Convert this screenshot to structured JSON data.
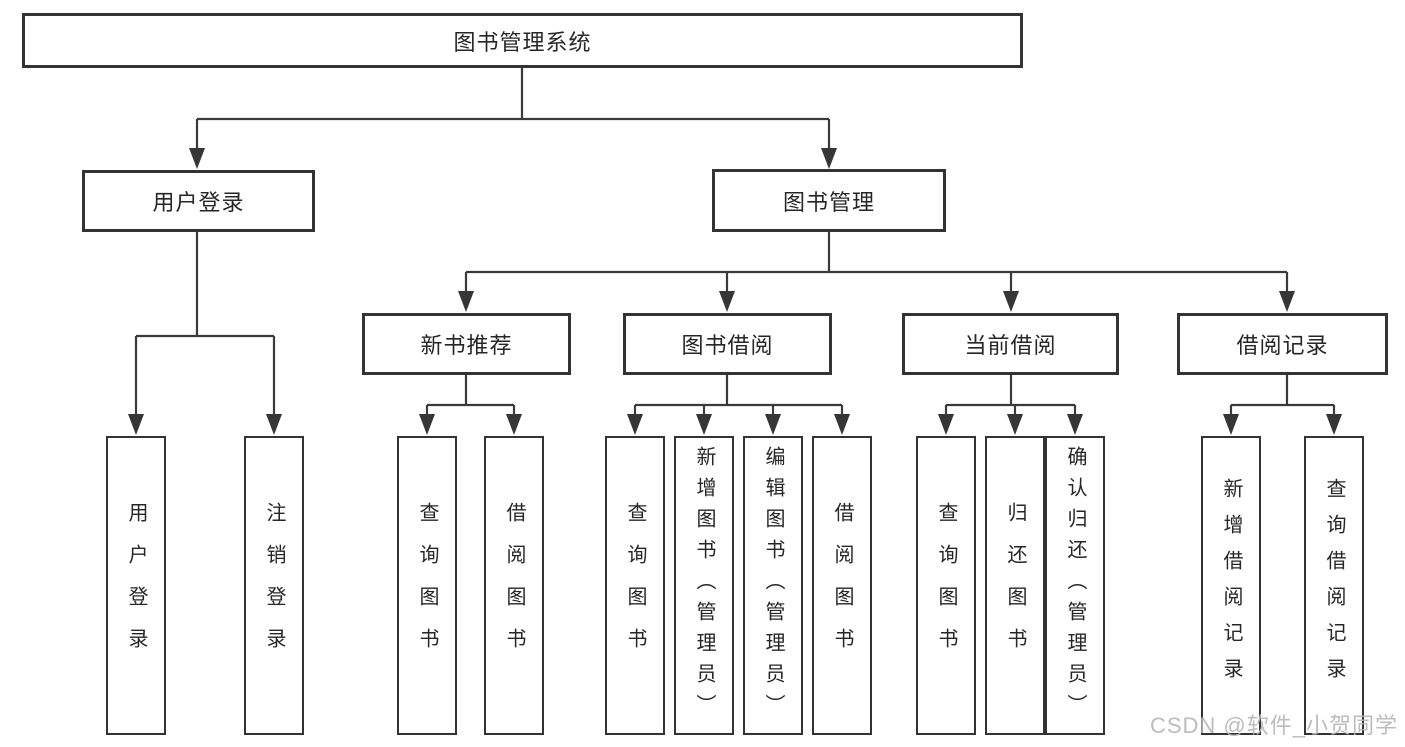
{
  "tree": {
    "label": "图书管理系统",
    "children": [
      {
        "label": "用户登录",
        "children": [
          {
            "label": "用户登录"
          },
          {
            "label": "注销登录"
          }
        ]
      },
      {
        "label": "图书管理",
        "children": [
          {
            "label": "新书推荐",
            "children": [
              {
                "label": "查询图书"
              },
              {
                "label": "借阅图书"
              }
            ]
          },
          {
            "label": "图书借阅",
            "children": [
              {
                "label": "查询图书"
              },
              {
                "label": "新增图书（管理员）"
              },
              {
                "label": "编辑图书（管理员）"
              },
              {
                "label": "借阅图书"
              }
            ]
          },
          {
            "label": "当前借阅",
            "children": [
              {
                "label": "查询图书"
              },
              {
                "label": "归还图书"
              },
              {
                "label": "确认归还（管理员）"
              }
            ]
          },
          {
            "label": "借阅记录",
            "children": [
              {
                "label": "新增借阅记录"
              },
              {
                "label": "查询借阅记录"
              }
            ]
          }
        ]
      }
    ]
  },
  "watermark": "CSDN @软件_小贺同学",
  "colors": {
    "line": "#3a3a3a",
    "border": "#333333",
    "text": "#262626",
    "watermark": "#b5b5b5",
    "background": "#ffffff"
  }
}
